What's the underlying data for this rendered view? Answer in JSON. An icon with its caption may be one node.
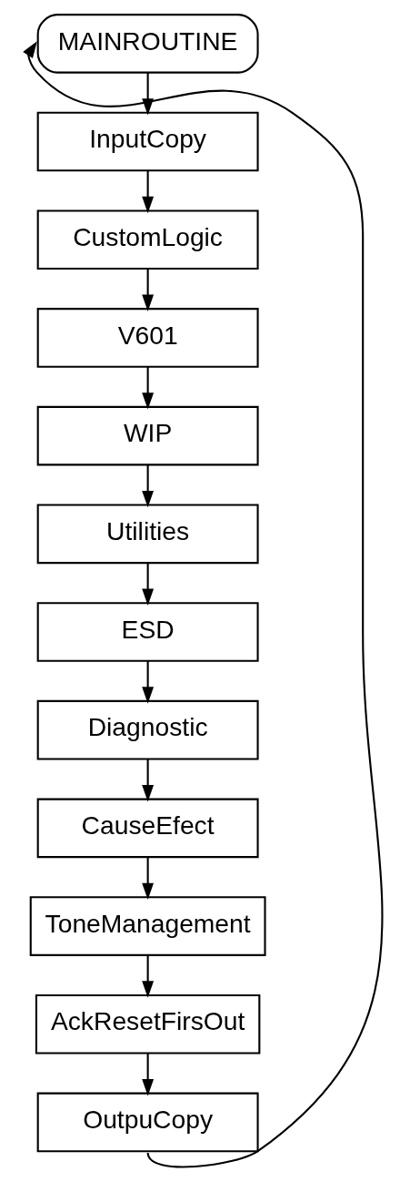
{
  "diagram": {
    "nodes": [
      {
        "text": [
          "MAINROUTINE"
        ]
      },
      {
        "text": [
          "InputCopy"
        ]
      },
      {
        "text": [
          "CustomLogic"
        ]
      },
      {
        "text": [
          "V601"
        ]
      },
      {
        "text": [
          "WIP"
        ]
      },
      {
        "text": [
          "Utilities"
        ]
      },
      {
        "text": [
          "ESD"
        ]
      },
      {
        "text": [
          "Diagnostic"
        ]
      },
      {
        "text": [
          "CauseEfect"
        ]
      },
      {
        "text": [
          "ToneManagement"
        ]
      },
      {
        "text": [
          "AckResetFirsOut"
        ]
      },
      {
        "text": [
          "OutpuCopy"
        ]
      }
    ],
    "edges": [
      {
        "from": 0,
        "to": 1,
        "arrow": "to"
      },
      {
        "from": 1,
        "to": 2,
        "arrow": "to"
      },
      {
        "from": 2,
        "to": 3,
        "arrow": "to"
      },
      {
        "from": 3,
        "to": 4,
        "arrow": "to"
      },
      {
        "from": 4,
        "to": 5,
        "arrow": "to"
      },
      {
        "from": 5,
        "to": 6,
        "arrow": "to"
      },
      {
        "from": 6,
        "to": 7,
        "arrow": "to"
      },
      {
        "from": 7,
        "to": 8,
        "arrow": "to"
      },
      {
        "from": 8,
        "to": 9,
        "arrow": "to"
      },
      {
        "from": 9,
        "to": 10,
        "arrow": "to"
      },
      {
        "from": 10,
        "to": 11,
        "arrow": "to"
      },
      {
        "from": 11,
        "to": 0,
        "arrow": "to"
      }
    ]
  }
}
